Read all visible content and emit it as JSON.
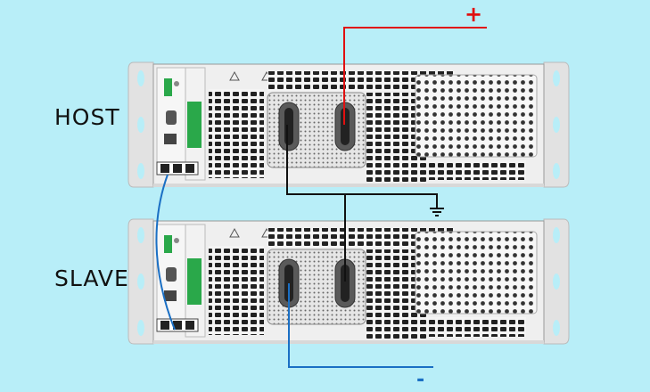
{
  "labels": {
    "host": "HOST",
    "slave": "SLAVE",
    "positive": "+",
    "negative": "-"
  },
  "units": [
    {
      "id": "host",
      "role": "HOST"
    },
    {
      "id": "slave",
      "role": "SLAVE"
    }
  ],
  "wiring": {
    "positive_color": "#e01010",
    "negative_color": "#1a6fc4",
    "link_color": "#111111",
    "ground_symbol": "ground-icon"
  },
  "colors": {
    "background": "#b8eef8",
    "chassis": "#eeeeee",
    "rack_ear": "#e4e4e4",
    "connector_green": "#2aa84a"
  }
}
